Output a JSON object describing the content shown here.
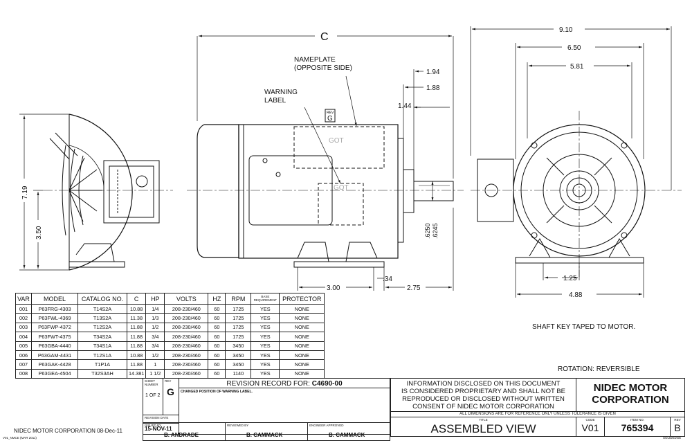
{
  "dimensions": {
    "c": "C",
    "d910": "9.10",
    "d650": "6.50",
    "d581": "5.81",
    "d194": "1.94",
    "d188": "1.88",
    "d144": "1.44",
    "d719": "7.19",
    "d350": "3.50",
    "d300": "3.00",
    "d034": ".34",
    "d275": "2.75",
    "d125": "1.25",
    "d488": "4.88",
    "shaft_max": ".6250",
    "shaft_min": ".6245"
  },
  "callouts": {
    "nameplate": "NAMEPLATE",
    "nameplate_side": "(OPPOSITE SIDE)",
    "warning": "WARNING",
    "warning_label": "LABEL",
    "rev_box": "REV",
    "rev_g": "G",
    "ghost1": "GOT",
    "ghost2": "GOT"
  },
  "notes": {
    "shaft_key": "SHAFT KEY TAPED TO MOTOR.",
    "rotation": "ROTATION:  REVERSIBLE"
  },
  "spec_table": {
    "headers": [
      "VAR",
      "MODEL",
      "CATALOG NO.",
      "C",
      "HP",
      "VOLTS",
      "HZ",
      "RPM",
      "BASE REQUIREMENT",
      "PROTECTOR"
    ],
    "rows": [
      [
        "001",
        "P63FRG-4303",
        "T14S2A",
        "10.88",
        "1/4",
        "208-230/460",
        "60",
        "1725",
        "YES",
        "NONE"
      ],
      [
        "002",
        "P63FWL-4369",
        "T13S2A",
        "11.38",
        "1/3",
        "208-230/460",
        "60",
        "1725",
        "YES",
        "NONE"
      ],
      [
        "003",
        "P63FWP-4372",
        "T12S2A",
        "11.88",
        "1/2",
        "208-230/460",
        "60",
        "1725",
        "YES",
        "NONE"
      ],
      [
        "004",
        "P63FWT-4375",
        "T34S2A",
        "11.88",
        "3/4",
        "208-230/460",
        "60",
        "1725",
        "YES",
        "NONE"
      ],
      [
        "005",
        "P63GBA-4440",
        "T34S1A",
        "11.88",
        "3/4",
        "208-230/460",
        "60",
        "3450",
        "YES",
        "NONE"
      ],
      [
        "006",
        "P63GAM-4431",
        "T12S1A",
        "10.88",
        "1/2",
        "208-230/460",
        "60",
        "3450",
        "YES",
        "NONE"
      ],
      [
        "007",
        "P63GAK-4428",
        "T1P1A",
        "11.88",
        "1",
        "208-230/460",
        "60",
        "3450",
        "YES",
        "NONE"
      ],
      [
        "008",
        "P63GEA-4504",
        "T32S3AH",
        "14.381",
        "1 1/2",
        "208-230/460",
        "60",
        "1140",
        "YES",
        "NONE"
      ]
    ]
  },
  "revision": {
    "sheet_label": "SHEET NUMBER",
    "sheet": "1 OF 2",
    "rev_label": "REV",
    "rev": "G",
    "record_title": "REVISION RECORD FOR:",
    "record_id": "C4690-00",
    "change": "CHANGED POSITION OF WARNING LABEL.",
    "date_label": "REVISION DATE",
    "date": "15-NOV-11",
    "issued_label": "ISSUED BY",
    "issued": "B. ANDRADE",
    "reviewed_label": "REVIEWED BY",
    "reviewed": "B. CAMMACK",
    "approved_label": "ENGINEER APPROVED",
    "approved": "B. CAMMACK"
  },
  "disclosure": {
    "line1": "INFORMATION DISCLOSED ON THIS DOCUMENT",
    "line2": "IS CONSIDERED PROPRIETARY AND SHALL NOT BE",
    "line3": "REPRODUCED OR DISCLOSED WITHOUT WRITTEN",
    "line4": "CONSENT OF NIDEC MOTOR CORPORATION"
  },
  "title_block": {
    "company1": "NIDEC MOTOR",
    "company2": "CORPORATION",
    "reference_note": "ALL DIMENSIONS ARE FOR REFERENCE ONLY UNLESS TOLERANCE IS GIVEN",
    "title_label": "TITLE",
    "title": "ASSEMBLED VIEW",
    "code_label": "CODE",
    "code": "V01",
    "item_label": "ITEM NO.",
    "item": "765394",
    "rev_label": "REV",
    "rev": "B"
  },
  "footer": {
    "copyright": "NIDEC MOTOR CORPORATION 08-Dec-11",
    "form_code": "V01_NMCE (MAR 2011)",
    "right_code": "SOLIDEDGE"
  }
}
